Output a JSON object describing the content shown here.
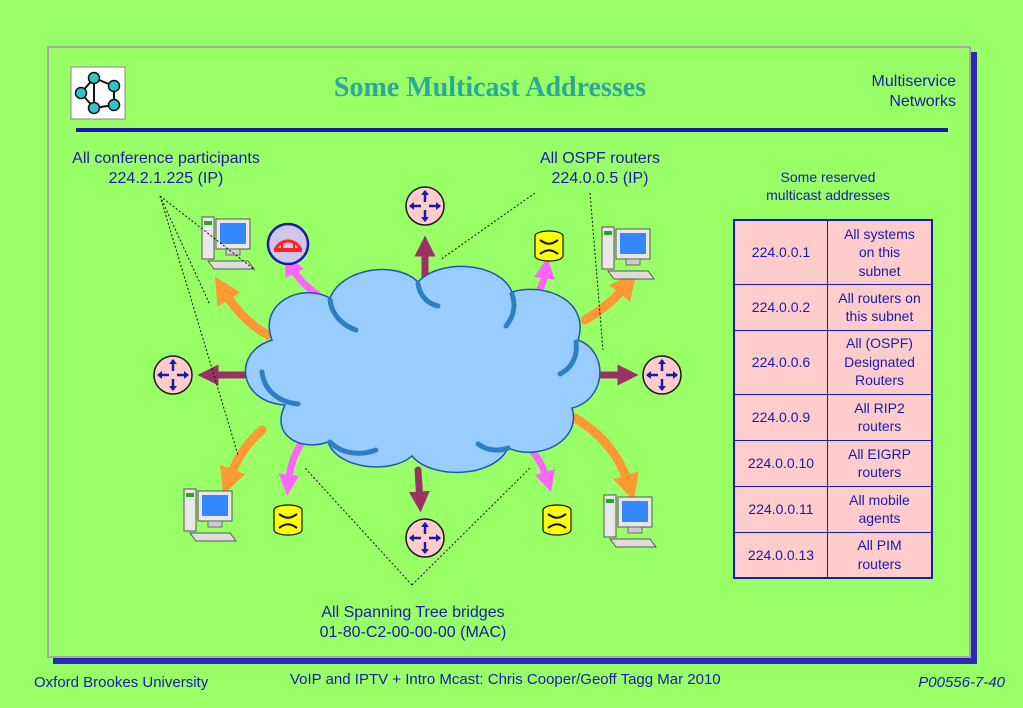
{
  "slide": {
    "title": "Some Multicast Addresses",
    "brand_line1": "Multiservice",
    "brand_line2": "Networks"
  },
  "labels": {
    "conference": {
      "line1": "All conference participants",
      "line2": "224.2.1.225 (IP)"
    },
    "ospf": {
      "line1": "All OSPF routers",
      "line2": "224.0.0.5 (IP)"
    },
    "spanning_tree": {
      "line1": "All Spanning Tree bridges",
      "line2": "01-80-C2-00-00-00 (MAC)"
    }
  },
  "reserved": {
    "caption_line1": "Some reserved",
    "caption_line2": "multicast addresses",
    "rows": [
      {
        "address": "224.0.0.1",
        "desc_lines": [
          "All systems",
          "on this",
          "subnet"
        ]
      },
      {
        "address": "224.0.0.2",
        "desc_lines": [
          "All routers on",
          "this subnet"
        ]
      },
      {
        "address": "224.0.0.6",
        "desc_lines": [
          "All (OSPF)",
          "Designated",
          "Routers"
        ]
      },
      {
        "address": "224.0.0.9",
        "desc_lines": [
          "All RIP2",
          "routers"
        ]
      },
      {
        "address": "224.0.0.10",
        "desc_lines": [
          "All EIGRP",
          "routers"
        ]
      },
      {
        "address": "224.0.0.11",
        "desc_lines": [
          "All mobile",
          "agents"
        ]
      },
      {
        "address": "224.0.0.13",
        "desc_lines": [
          "All PIM",
          "routers"
        ]
      }
    ]
  },
  "footer": {
    "left": "Oxford Brookes University",
    "center": "VoIP and IPTV + Intro Mcast:  Chris Cooper/Geoff Tagg  Mar 2010",
    "right": "P00556-7-40"
  },
  "colors": {
    "background": "#99ff66",
    "navy": "#1a1aa8",
    "title_teal": "#2aa89a",
    "cloud": "#99ccff",
    "router_fill": "#ffcccc",
    "arrow_orange": "#ff9933",
    "arrow_pink": "#ff66ff",
    "arrow_maroon": "#993366",
    "bridge_fill": "#ffff00",
    "table_fill": "#ffcccc"
  }
}
